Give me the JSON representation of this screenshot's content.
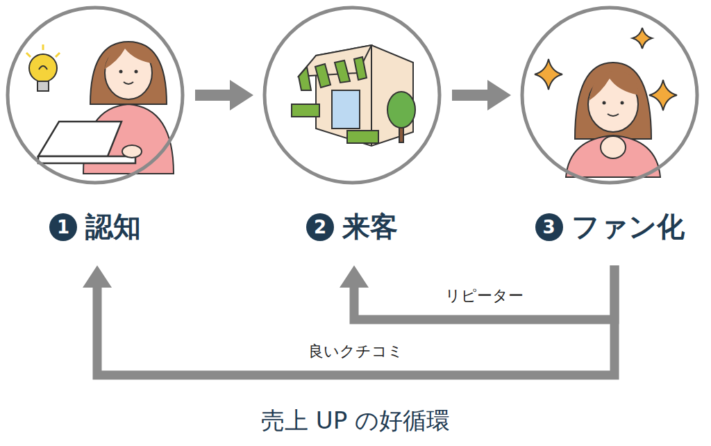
{
  "diagram": {
    "caption": "売上 UP の好循環",
    "nodes": [
      {
        "text": [
          "認知"
        ]
      },
      {
        "text": [
          "来客"
        ]
      },
      {
        "text": [
          "ファン化"
        ]
      }
    ],
    "edges": [
      {
        "from": 0,
        "to": 1,
        "arrow": "to"
      },
      {
        "from": 1,
        "to": 2,
        "arrow": "to"
      },
      {
        "from": 2,
        "to": 1,
        "label": "リピーター",
        "arrow": "to"
      },
      {
        "from": 2,
        "to": 0,
        "label": "良いクチコミ",
        "arrow": "to"
      }
    ],
    "labels": [
      "1",
      "2",
      "3"
    ]
  }
}
